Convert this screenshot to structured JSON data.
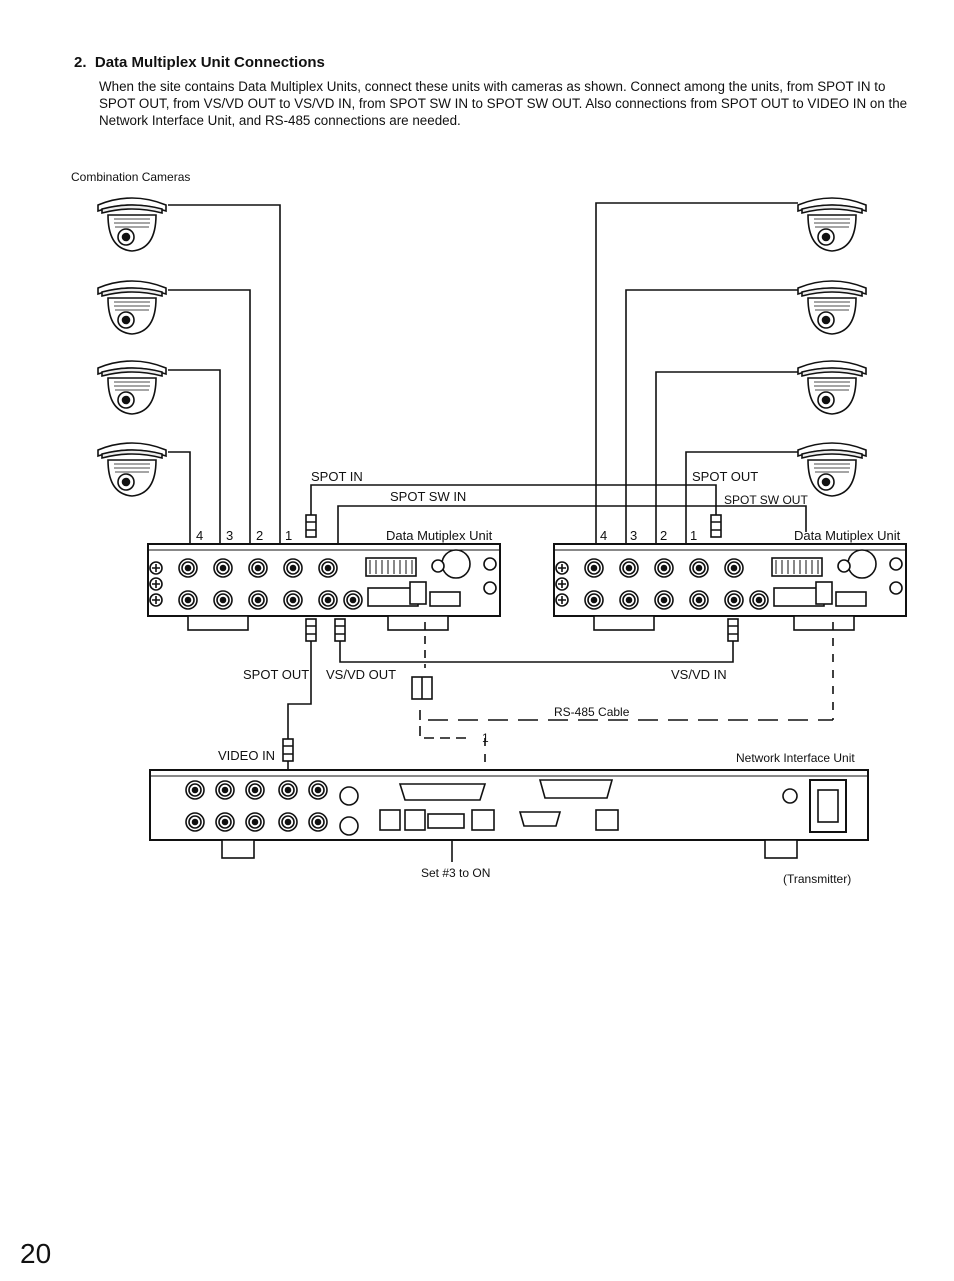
{
  "section": {
    "number": "2.",
    "title": "Data Multiplex Unit Connections",
    "intro": "When the site contains Data Multiplex Units, connect these units with cameras as shown. Connect among the units, from SPOT IN to SPOT OUT, from VS/VD OUT to VS/VD IN, from SPOT SW IN to SPOT SW OUT. Also connections from SPOT OUT to VIDEO IN on the Network Interface Unit, and RS-485 connections are needed."
  },
  "diagram": {
    "cameras_label": "Combination Cameras",
    "spot_in": "SPOT IN",
    "spot_sw_in": "SPOT SW IN",
    "spot_out_top": "SPOT OUT",
    "spot_sw_out": "SPOT SW OUT",
    "unit_left": "Data Mutiplex Unit",
    "unit_right": "Data Mutiplex Unit",
    "ports": [
      "4",
      "3",
      "2",
      "1"
    ],
    "spot_out_bottom": "SPOT OUT",
    "vsvd_out": "VS/VD OUT",
    "vsvd_in": "VS/VD IN",
    "rs485": "RS-485 Cable",
    "rs485_pin": "1",
    "video_in": "VIDEO IN",
    "niu_label": "Network Interface Unit",
    "set3": "Set #3 to ON",
    "transmitter": "(Transmitter)"
  },
  "page_number": "20"
}
